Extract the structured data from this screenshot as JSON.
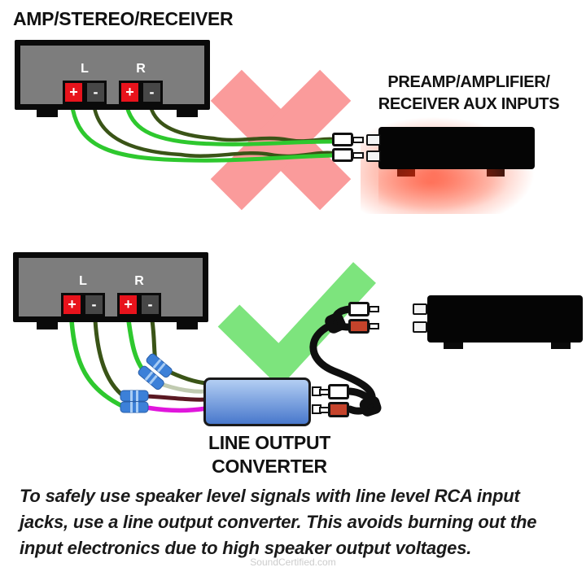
{
  "header": {
    "amp_title": "AMP/STEREO/RECEIVER"
  },
  "top": {
    "amp": {
      "l": "L",
      "r": "R",
      "plus": "+",
      "minus": "-"
    },
    "preamp_title": {
      "line1": "PREAMP/AMPLIFIER/",
      "line2": "RECEIVER AUX INPUTS"
    },
    "x_mark_icon": "red-x-wrong-connection"
  },
  "bottom": {
    "amp": {
      "l": "L",
      "r": "R",
      "plus": "+",
      "minus": "-"
    },
    "converter": {
      "line1": "LINE OUTPUT",
      "line2": "CONVERTER"
    },
    "check_icon": "green-check-correct-connection"
  },
  "caption": {
    "line1": "To safely use speaker level signals with line level RCA input",
    "line2": "jacks, use a line output converter. This avoids burning out the",
    "line3": "input electronics due to high speaker output voltages."
  },
  "footer": {
    "watermark": "SoundCertified.com"
  },
  "colors": {
    "amp_body": "#7d7d7d",
    "terminal_plus": "#e8131c",
    "terminal_minus": "#474747",
    "x_mark": "#fa9b9b",
    "check_mark": "#7de47d",
    "wire_green": "#2ec82e",
    "wire_dark_green": "#3a5417",
    "wire_sage": "#c1cbb1",
    "wire_maroon": "#5a1822",
    "wire_magenta": "#e016dc",
    "butt_connector_blue": "#3c80d8",
    "converter_top": "#b3cef3",
    "converter_bottom": "#4878cc",
    "rca_red": "#c5432b",
    "cable_black": "#0f0f0f",
    "danger_glow": "#ff2d0a",
    "watermark_gray": "#cccccc"
  }
}
